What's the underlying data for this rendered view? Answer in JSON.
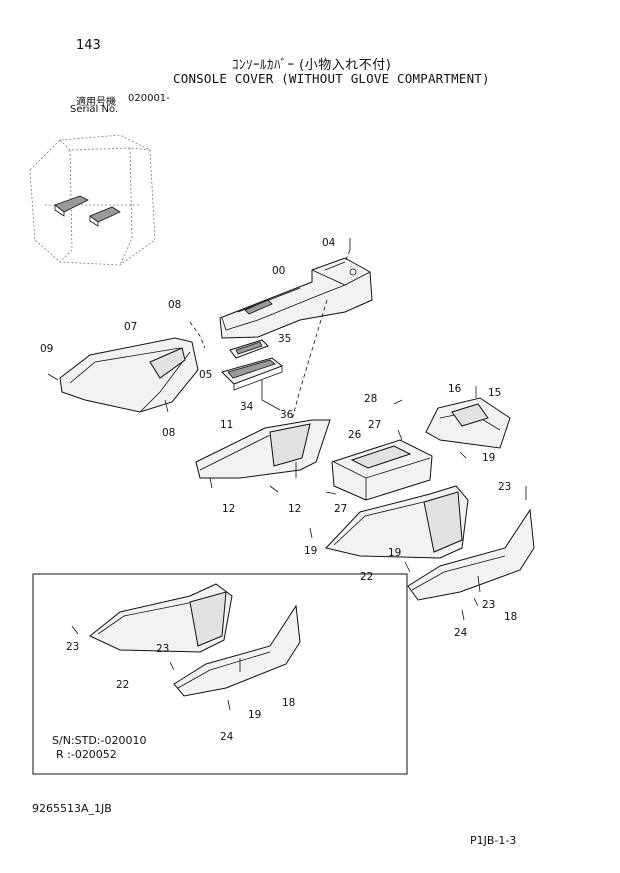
{
  "header": {
    "page_number": "143",
    "title_jp": "ｺﾝｿｰﾙｶﾊﾞｰ (小物入れ不付)",
    "title_en": "CONSOLE COVER (WITHOUT GLOVE COMPARTMENT)",
    "serial_label_jp": "適用号機",
    "serial_from": "020001-",
    "serial_label_en": "Serial No."
  },
  "callouts": {
    "c00": "00",
    "c04": "04",
    "c05": "05",
    "c07": "07",
    "c08a": "08",
    "c08b": "08",
    "c09": "09",
    "c11": "11",
    "c12a": "12",
    "c12b": "12",
    "c15": "15",
    "c16": "16",
    "c18a": "18",
    "c18b": "18",
    "c19a": "19",
    "c19b": "19",
    "c19c": "19",
    "c19d": "19",
    "c22a": "22",
    "c22b": "22",
    "c23a": "23",
    "c23b": "23",
    "c23c": "23",
    "c23d": "23",
    "c24a": "24",
    "c24b": "24",
    "c26": "26",
    "c27a": "27",
    "c27b": "27",
    "c28": "28",
    "c34": "34",
    "c35": "35",
    "c36": "36"
  },
  "inset": {
    "std_label": "S/N:STD:-020010",
    "r_label": "R   :-020052"
  },
  "footer": {
    "doc_code": "9265513A_1JB",
    "page_code": "P1JB-1-3"
  }
}
